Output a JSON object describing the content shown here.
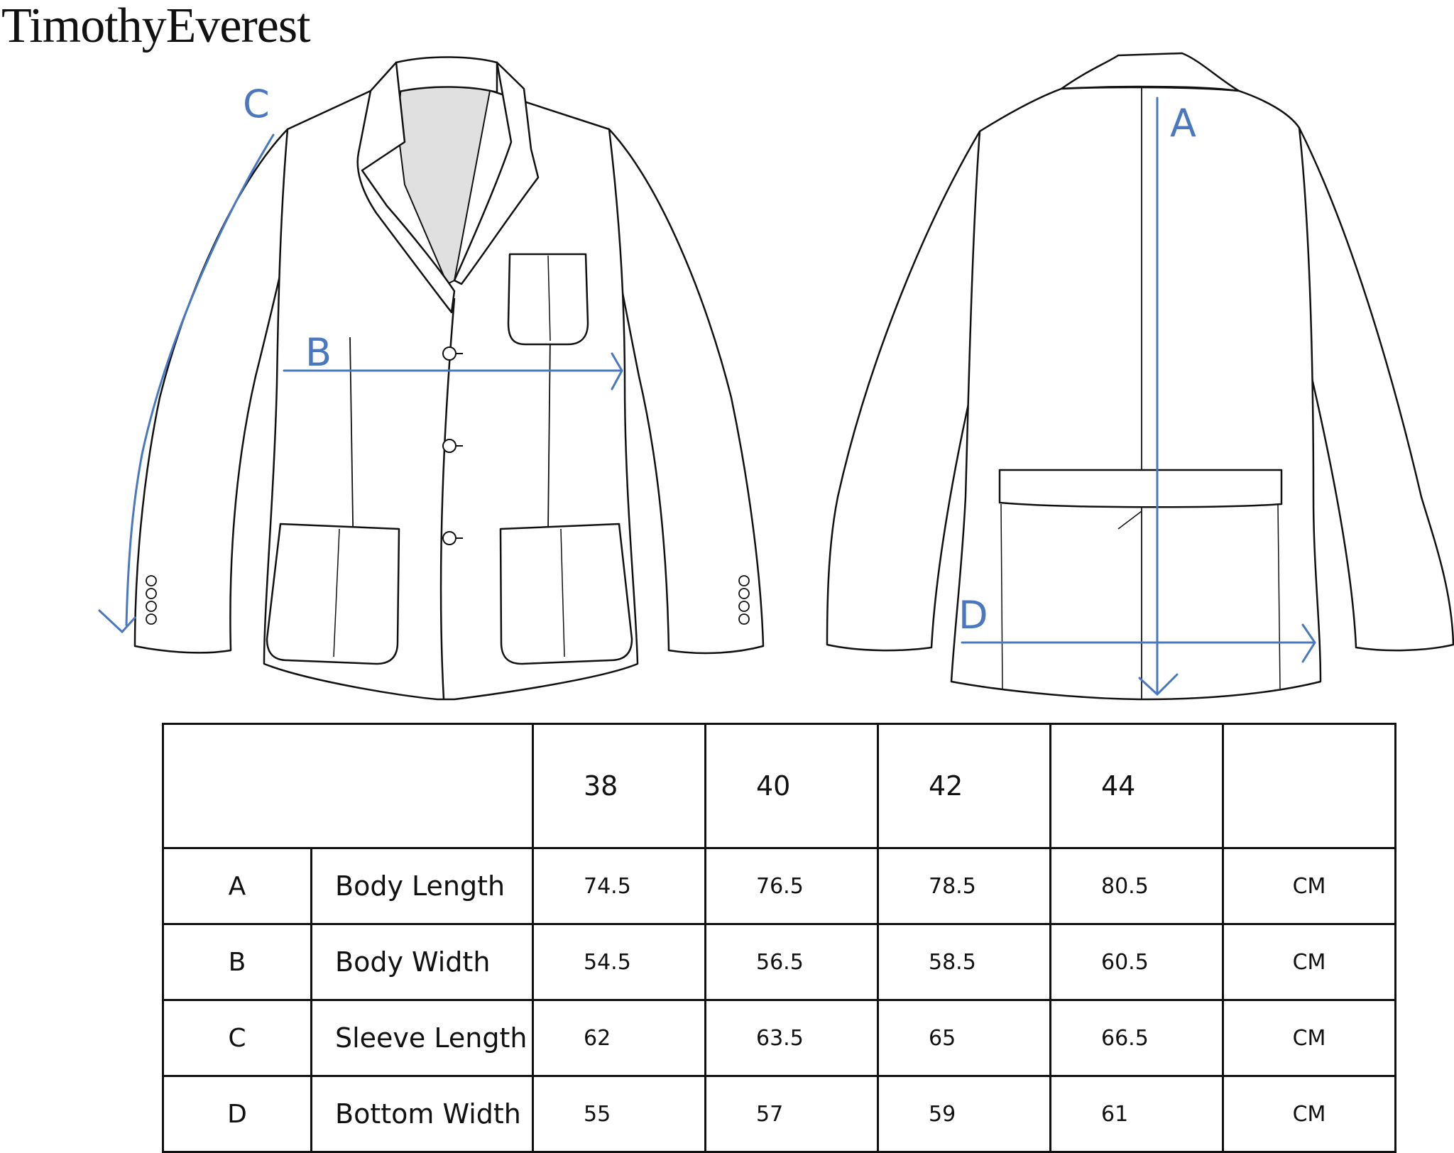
{
  "brand": "TimothyEverest",
  "labels": {
    "a": "A",
    "b": "B",
    "c": "C",
    "d": "D"
  },
  "colors": {
    "measure": "#4a78c0",
    "line": "#111111",
    "lining": "#e0e0e0"
  },
  "table": {
    "sizes": [
      "38",
      "40",
      "42",
      "44"
    ],
    "rows": [
      {
        "code": "A",
        "name": "Body Length",
        "values": [
          "74.5",
          "76.5",
          "78.5",
          "80.5"
        ],
        "unit": "CM"
      },
      {
        "code": "B",
        "name": "Body Width",
        "values": [
          "54.5",
          "56.5",
          "58.5",
          "60.5"
        ],
        "unit": "CM"
      },
      {
        "code": "C",
        "name": "Sleeve Length",
        "values": [
          "62",
          "63.5",
          "65",
          "66.5"
        ],
        "unit": "CM"
      },
      {
        "code": "D",
        "name": "Bottom Width",
        "values": [
          "55",
          "57",
          "59",
          "61"
        ],
        "unit": "CM"
      }
    ]
  }
}
